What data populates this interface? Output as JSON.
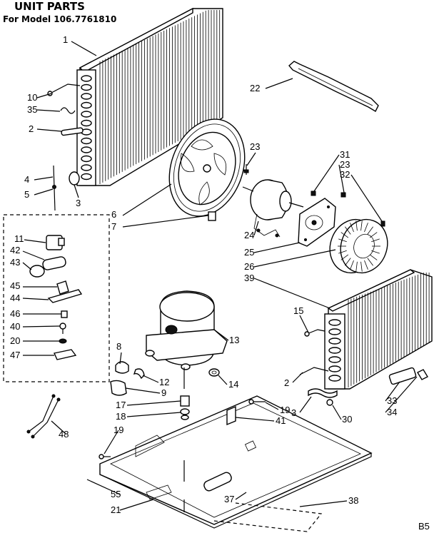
{
  "title": "UNIT PARTS",
  "subtitle": "For Model 106.7761810",
  "corner_code": "B5",
  "callouts": [
    "1",
    "10",
    "35",
    "2",
    "4",
    "5",
    "3",
    "22",
    "23",
    "6",
    "7",
    "31",
    "23",
    "32",
    "24",
    "25",
    "26",
    "39",
    "11",
    "42",
    "43",
    "45",
    "44",
    "46",
    "40",
    "20",
    "47",
    "8",
    "13",
    "12",
    "9",
    "14",
    "15",
    "2",
    "3",
    "30",
    "33",
    "34",
    "17",
    "18",
    "19",
    "41",
    "19",
    "48",
    "55",
    "21",
    "37",
    "38"
  ]
}
